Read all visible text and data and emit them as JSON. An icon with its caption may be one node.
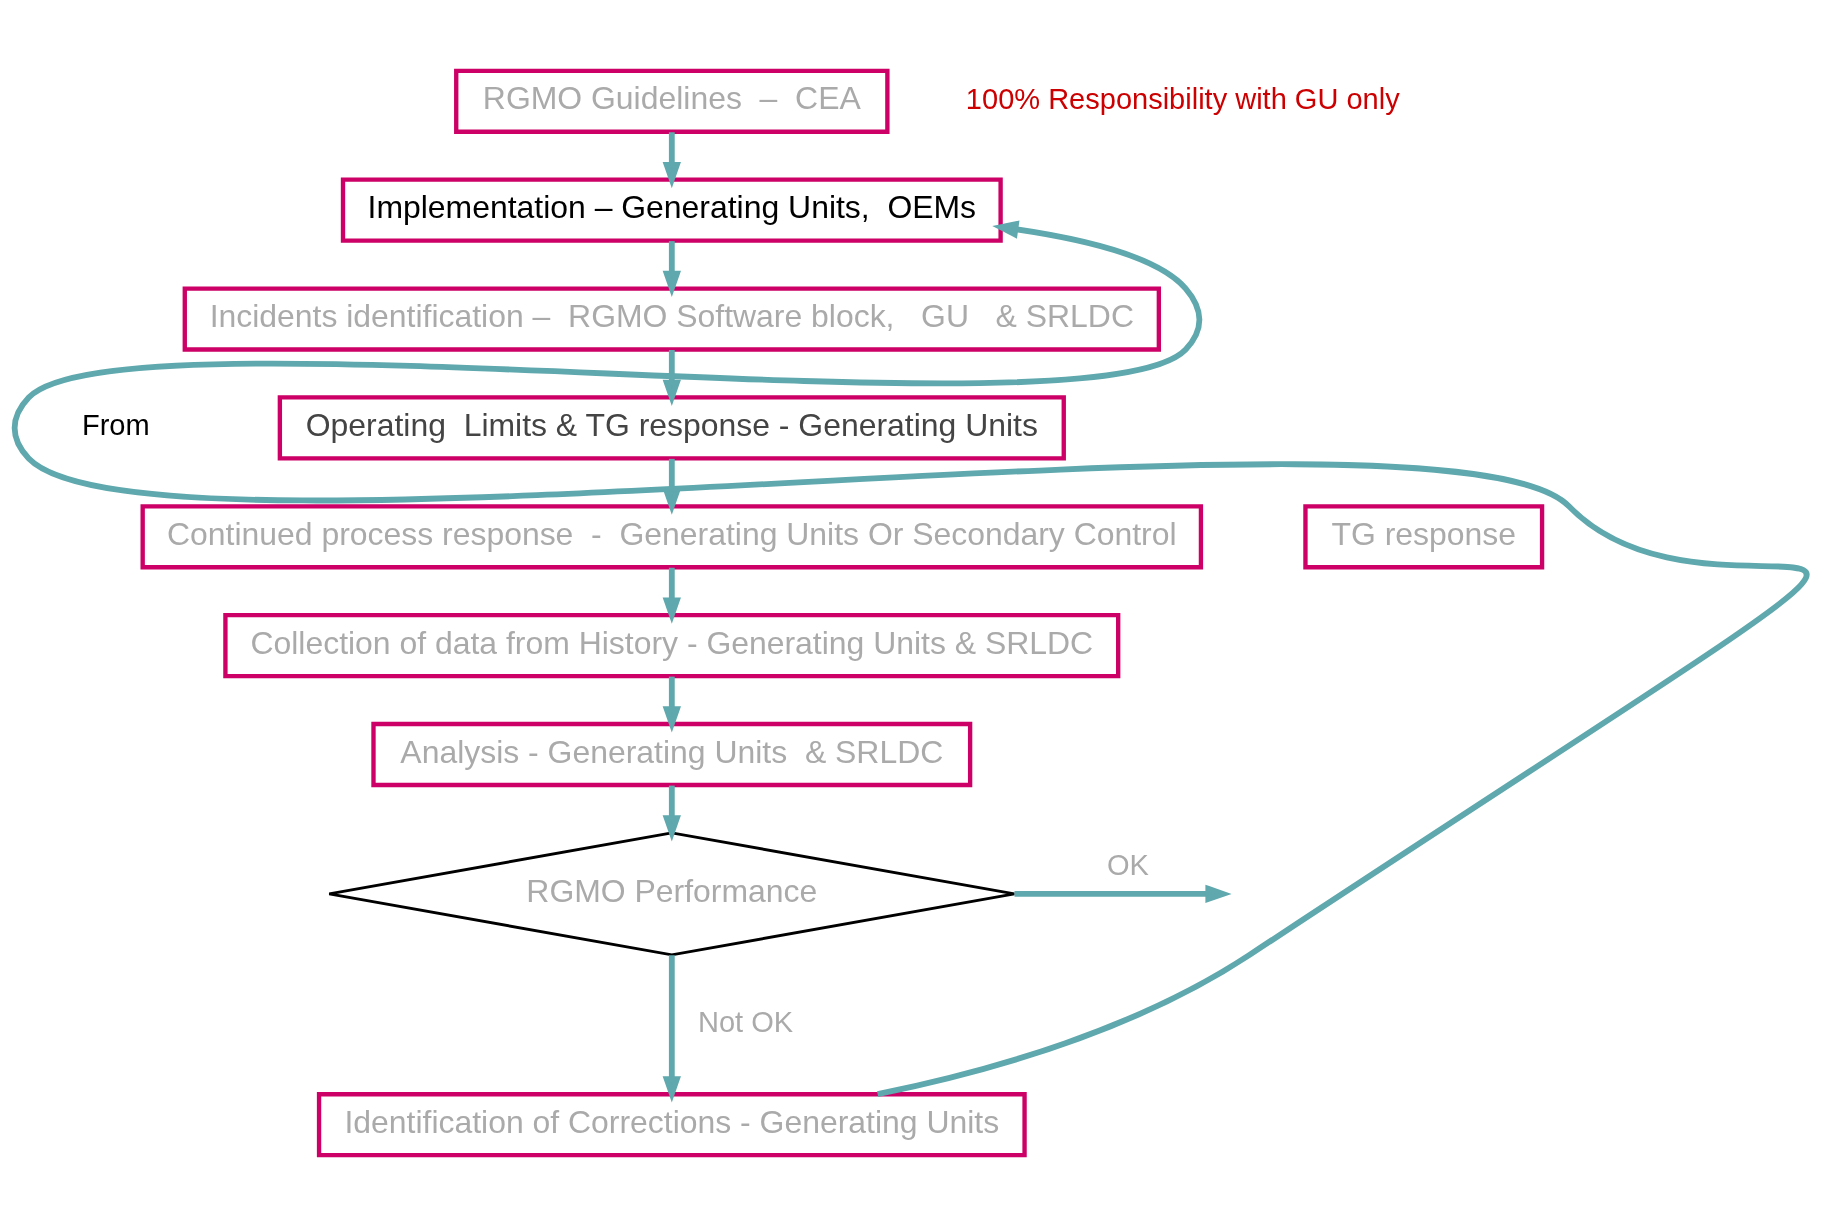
{
  "diagram": {
    "nodes": [
      {
        "text": [
          "RGMO Guidelines  –  CEA"
        ]
      },
      {
        "text": [
          "Implementation – Generating Units,  OEMs"
        ]
      },
      {
        "text": [
          "Incidents identification –  RGMO Software block,   GU   & SRLDC"
        ]
      },
      {
        "text": [
          "Operating  Limits & TG response - Generating Units"
        ]
      },
      {
        "text": [
          "Continued process response  -  Generating Units Or Secondary Control"
        ]
      },
      {
        "text": [
          "TG response"
        ]
      },
      {
        "text": [
          "Collection of data from History - Generating Units & SRLDC"
        ]
      },
      {
        "text": [
          "Analysis - Generating Units  & SRLDC"
        ]
      },
      {
        "text": [
          "RGMO Performance"
        ]
      },
      {
        "text": [
          "Identification of Corrections - Generating Units"
        ]
      }
    ],
    "edges": [
      {
        "from": 0,
        "to": 1,
        "arrow": "to"
      },
      {
        "from": 1,
        "to": 2,
        "arrow": "to"
      },
      {
        "from": 2,
        "to": 3,
        "arrow": "to"
      },
      {
        "from": 3,
        "to": 4,
        "arrow": "to"
      },
      {
        "from": 4,
        "to": 6,
        "arrow": "to"
      },
      {
        "from": 6,
        "to": 7,
        "arrow": "to"
      },
      {
        "from": 7,
        "to": 8,
        "arrow": "to"
      },
      {
        "from": 8,
        "to": null,
        "arrow": "to",
        "label": "OK"
      },
      {
        "from": 8,
        "to": 9,
        "arrow": "to",
        "label": "Not OK"
      },
      {
        "from": 9,
        "to": 1,
        "arrow": "to"
      }
    ],
    "labels": [
      "100% Responsibility with GU only",
      "From"
    ]
  }
}
